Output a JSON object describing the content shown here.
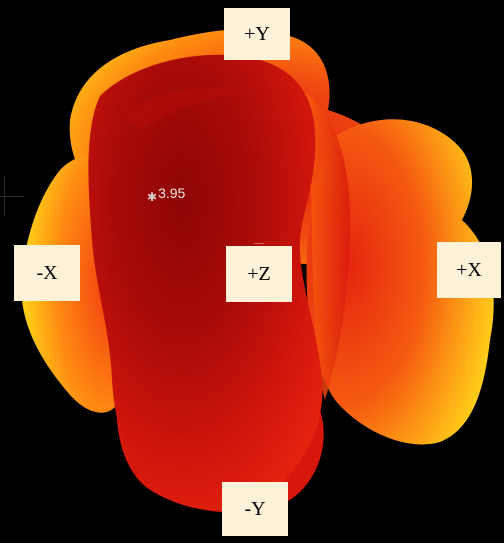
{
  "axes": {
    "plus_y": "+Y",
    "minus_x": "-X",
    "plus_z": "+Z",
    "plus_x": "+X",
    "minus_y": "-Y"
  },
  "surface": {
    "marker_value": "3.95",
    "marker_icon": "star-icon",
    "colors": {
      "background": "#000000",
      "core": "#a00808",
      "mid": "#e01a10",
      "outer": "#ff7a0a",
      "highlight": "#ffe81a",
      "label_bg": "#fdf1d8"
    }
  }
}
